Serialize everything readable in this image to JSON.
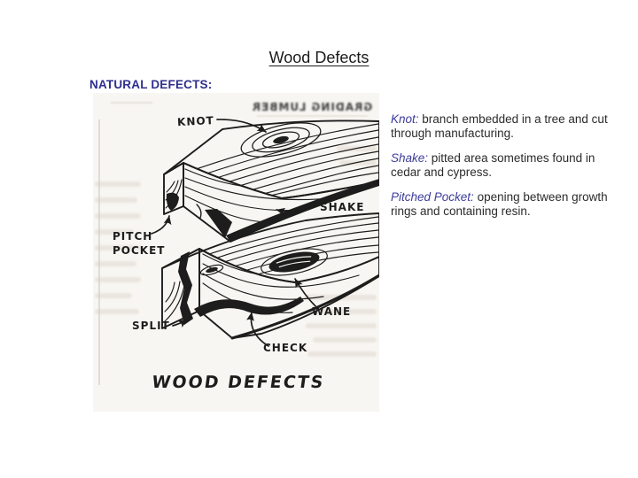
{
  "slide": {
    "title": "Wood Defects",
    "section_heading": "NATURAL DEFECTS:",
    "definitions": [
      {
        "term": "Knot:",
        "description": "branch embedded in a tree and cut through manufacturing."
      },
      {
        "term": "Shake:",
        "description": "pitted area sometimes found in cedar and cypress."
      },
      {
        "term": "Pitched Pocket:",
        "description": "opening between growth rings and containing resin."
      }
    ]
  },
  "figure": {
    "caption": "WOOD DEFECTS",
    "labels": {
      "knot": "KNOT",
      "shake": "SHAKE",
      "pitch_line1": "PITCH",
      "pitch_line2": "POCKET",
      "split": "SPLIT",
      "check": "CHECK",
      "wane": "WANE"
    },
    "bleed_through_text": "GRADING LUMBER"
  },
  "colors": {
    "heading_blue": "#2f2f8f",
    "term_blue": "#3d3d9c",
    "body_text": "#2b2b2b",
    "ink": "#1d1d1d",
    "figure_paper": "#f8f6f2"
  }
}
